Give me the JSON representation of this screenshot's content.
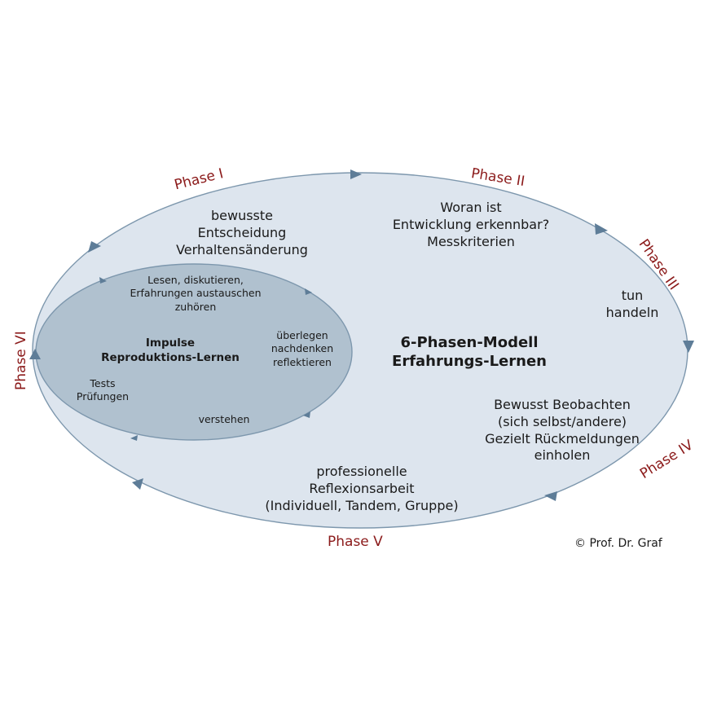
{
  "model": {
    "title_line1": "6-Phasen-Modell",
    "title_line2": "Erfahrungs-Lernen"
  },
  "phases": {
    "p1": "Phase I",
    "p2": "Phase II",
    "p3": "Phase III",
    "p4": "Phase IV",
    "p5": "Phase V",
    "p6": "Phase VI"
  },
  "outer_steps": {
    "s1": [
      "bewusste",
      "Entscheidung",
      "Verhaltensänderung"
    ],
    "s2": [
      "Woran ist",
      "Entwicklung erkennbar?",
      "Messkriterien"
    ],
    "s3": [
      "tun",
      "handeln"
    ],
    "s4": [
      "Bewusst Beobachten",
      "(sich selbst/andere)",
      "Gezielt Rückmeldungen",
      "einholen"
    ],
    "s5": [
      "professionelle",
      "Reflexionsarbeit",
      "(Individuell, Tandem, Gruppe)"
    ]
  },
  "inner": {
    "title_line1": "Impulse",
    "title_line2": "Reproduktions-Lernen",
    "top": [
      "Lesen, diskutieren,",
      "Erfahrungen austauschen",
      "zuhören"
    ],
    "right": [
      "überlegen",
      "nachdenken",
      "reflektieren"
    ],
    "bottom": "verstehen",
    "left": [
      "Tests",
      "Prüfungen"
    ]
  },
  "colors": {
    "outer_fill": "#dde5ee",
    "outer_stroke": "#7d97ad",
    "inner_fill": "#b0c1cf",
    "inner_stroke": "#7d97ad",
    "arrow": "#5e7d98",
    "phase_text": "#8b1a1a"
  },
  "copyright": "© Prof. Dr. Graf"
}
